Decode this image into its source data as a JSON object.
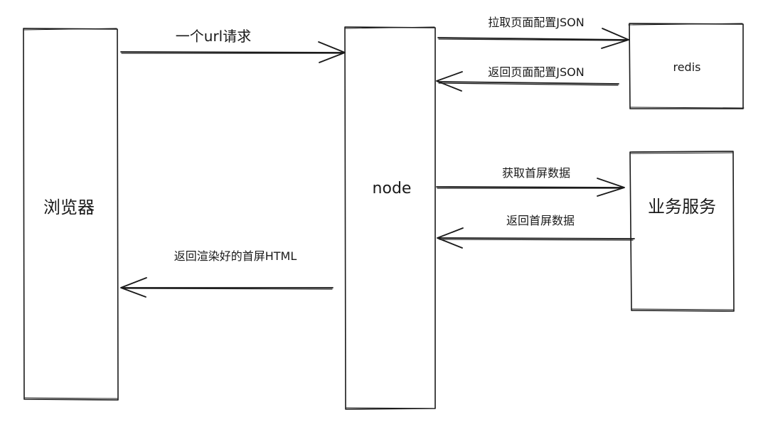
{
  "diagram": {
    "boxes": {
      "browser": {
        "label": "浏览器"
      },
      "node": {
        "label": "node"
      },
      "redis": {
        "label": "redis"
      },
      "business": {
        "label": "业务服务"
      }
    },
    "arrows": {
      "url_request": {
        "label": "一个url请求"
      },
      "fetch_config": {
        "label": "拉取页面配置JSON"
      },
      "return_config": {
        "label": "返回页面配置JSON"
      },
      "fetch_data": {
        "label": "获取首屏数据"
      },
      "return_data": {
        "label": "返回首屏数据"
      },
      "return_html": {
        "label": "返回渲染好的首屏HTML"
      }
    },
    "stroke_color": "#1a1a1a",
    "background": "#ffffff"
  }
}
